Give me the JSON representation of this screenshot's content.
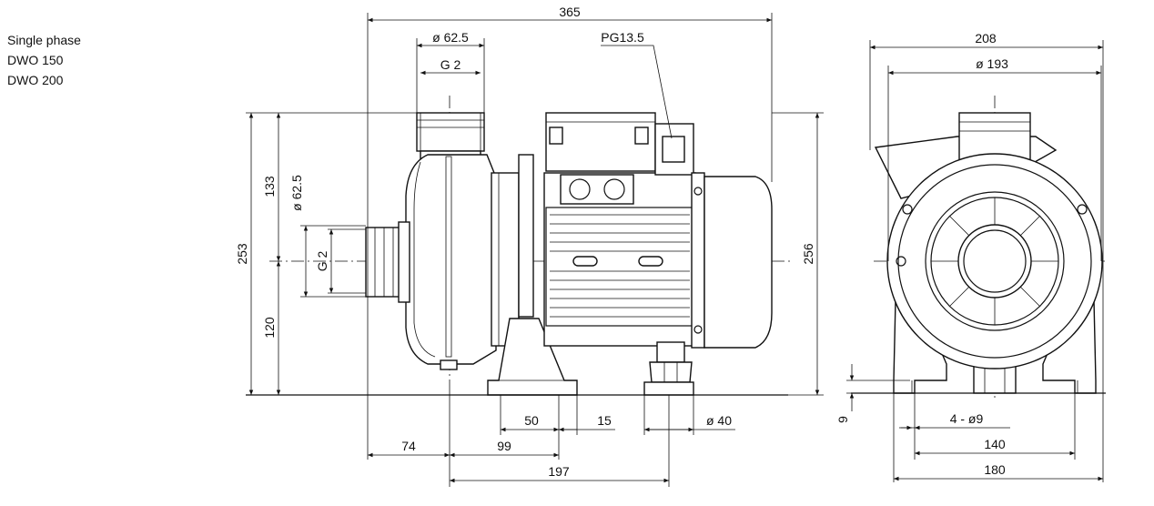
{
  "caption": {
    "lines": [
      "Single phase",
      "DWO 150",
      "DWO 200"
    ]
  },
  "side_view": {
    "overall_length": "365",
    "outlet_diameter": "ø 62.5",
    "outlet_thread": "G 2",
    "cable_gland": "PG13.5",
    "height_top": "133",
    "inlet_diameter": "ø 62.5",
    "inlet_thread": "G 2",
    "height_total": "253",
    "height_bottom": "120",
    "motor_height": "256",
    "foot_spacing": "50",
    "foot_width": "15",
    "support_diameter": "ø 40",
    "inlet_offset": "74",
    "outlet_to_foot": "99",
    "outlet_to_support": "197"
  },
  "end_view": {
    "width_total": "208",
    "casing_diameter": "ø 193",
    "foot_thickness": "9",
    "holes": "4 - ø9",
    "hole_spacing": "140",
    "base_width": "180"
  }
}
